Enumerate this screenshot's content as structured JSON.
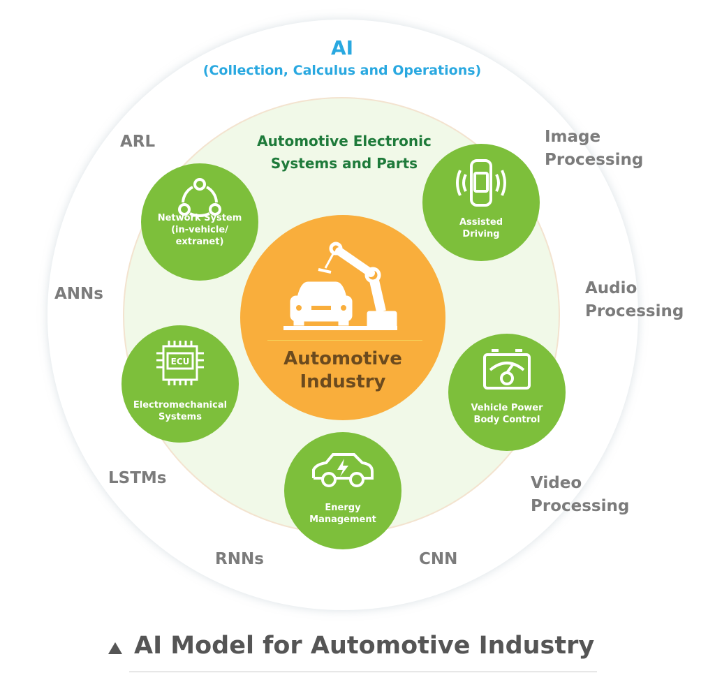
{
  "header": {
    "title": "AI",
    "subtitle": "(Collection, Calculus and Operations)"
  },
  "ring_title": {
    "line1": "Automotive Electronic",
    "line2": "Systems and Parts"
  },
  "core": {
    "line1": "Automotive",
    "line2": "Industry",
    "icon": "car-robot-arm-icon"
  },
  "nodes": [
    {
      "l1": "Network System",
      "l2": "(in-vehicle/",
      "l3": "extranet)",
      "icon": "network-icon"
    },
    {
      "l1": "Assisted",
      "l2": "Driving",
      "icon": "car-sensor-icon"
    },
    {
      "l1": "Electromechanical",
      "l2": "Systems",
      "icon": "ecu-chip-icon",
      "chip": "ECU"
    },
    {
      "l1": "Vehicle Power",
      "l2": "Body Control",
      "icon": "battery-gauge-icon"
    },
    {
      "l1": "Energy",
      "l2": "Management",
      "icon": "electric-car-icon"
    }
  ],
  "techniques": {
    "arl": "ARL",
    "anns": "ANNs",
    "lstms": "LSTMs",
    "rnns": "RNNs",
    "cnn": "CNN",
    "image1": "Image",
    "image2": "Processing",
    "audio1": "Audio",
    "audio2": "Processing",
    "video1": "Video",
    "video2": "Processing"
  },
  "caption": "AI Model for Automotive Industry",
  "colors": {
    "blue": "#29a8e0",
    "green": "#7dbf3b",
    "orange": "#f9ae3c",
    "dark_green": "#1e7a3a"
  }
}
